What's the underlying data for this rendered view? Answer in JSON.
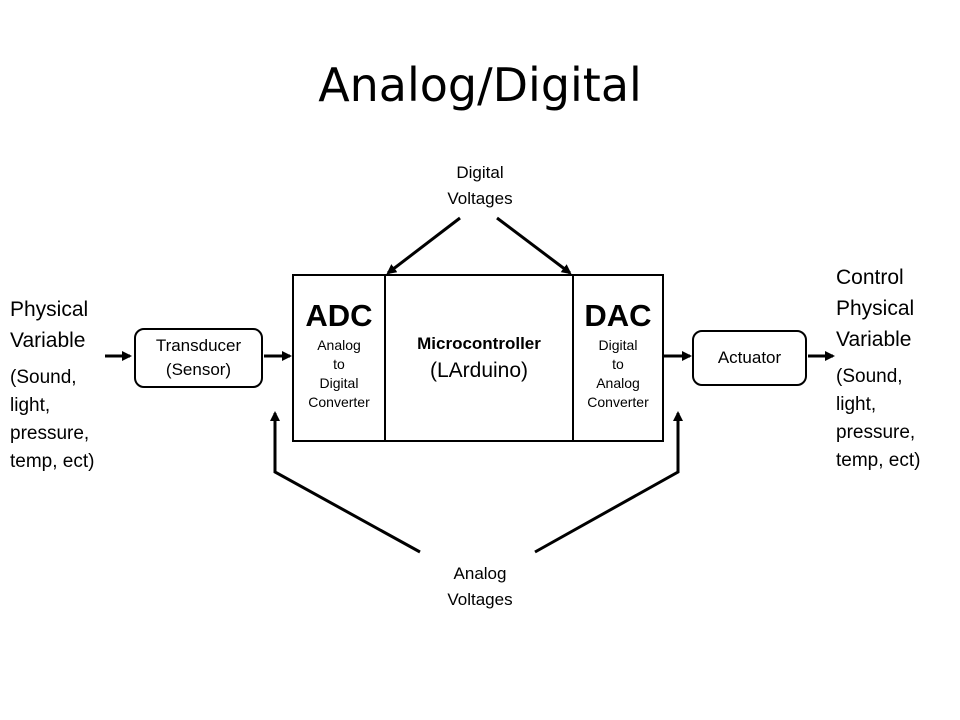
{
  "title": "Analog/Digital",
  "top_label": {
    "line1": "Digital",
    "line2": "Voltages"
  },
  "bottom_label": {
    "line1": "Analog",
    "line2": "Voltages"
  },
  "left_var": {
    "line1": "Physical",
    "line2": "Variable",
    "detail": [
      "(Sound,",
      "light,",
      "pressure,",
      "temp, ect)"
    ]
  },
  "right_var": {
    "line1": "Control",
    "line2": "Physical",
    "line3": "Variable",
    "detail": [
      "(Sound,",
      "light,",
      "pressure,",
      "temp, ect)"
    ]
  },
  "transducer": {
    "line1": "Transducer",
    "line2": "(Sensor)"
  },
  "actuator": {
    "label": "Actuator"
  },
  "adc": {
    "title": "ADC",
    "lines": [
      "Analog",
      "to",
      "Digital",
      "Converter"
    ]
  },
  "dac": {
    "title": "DAC",
    "lines": [
      "Digital",
      "to",
      "Analog",
      "Converter"
    ]
  },
  "micro": {
    "title": "Microcontroller",
    "subtitle": "(LArduino)"
  }
}
